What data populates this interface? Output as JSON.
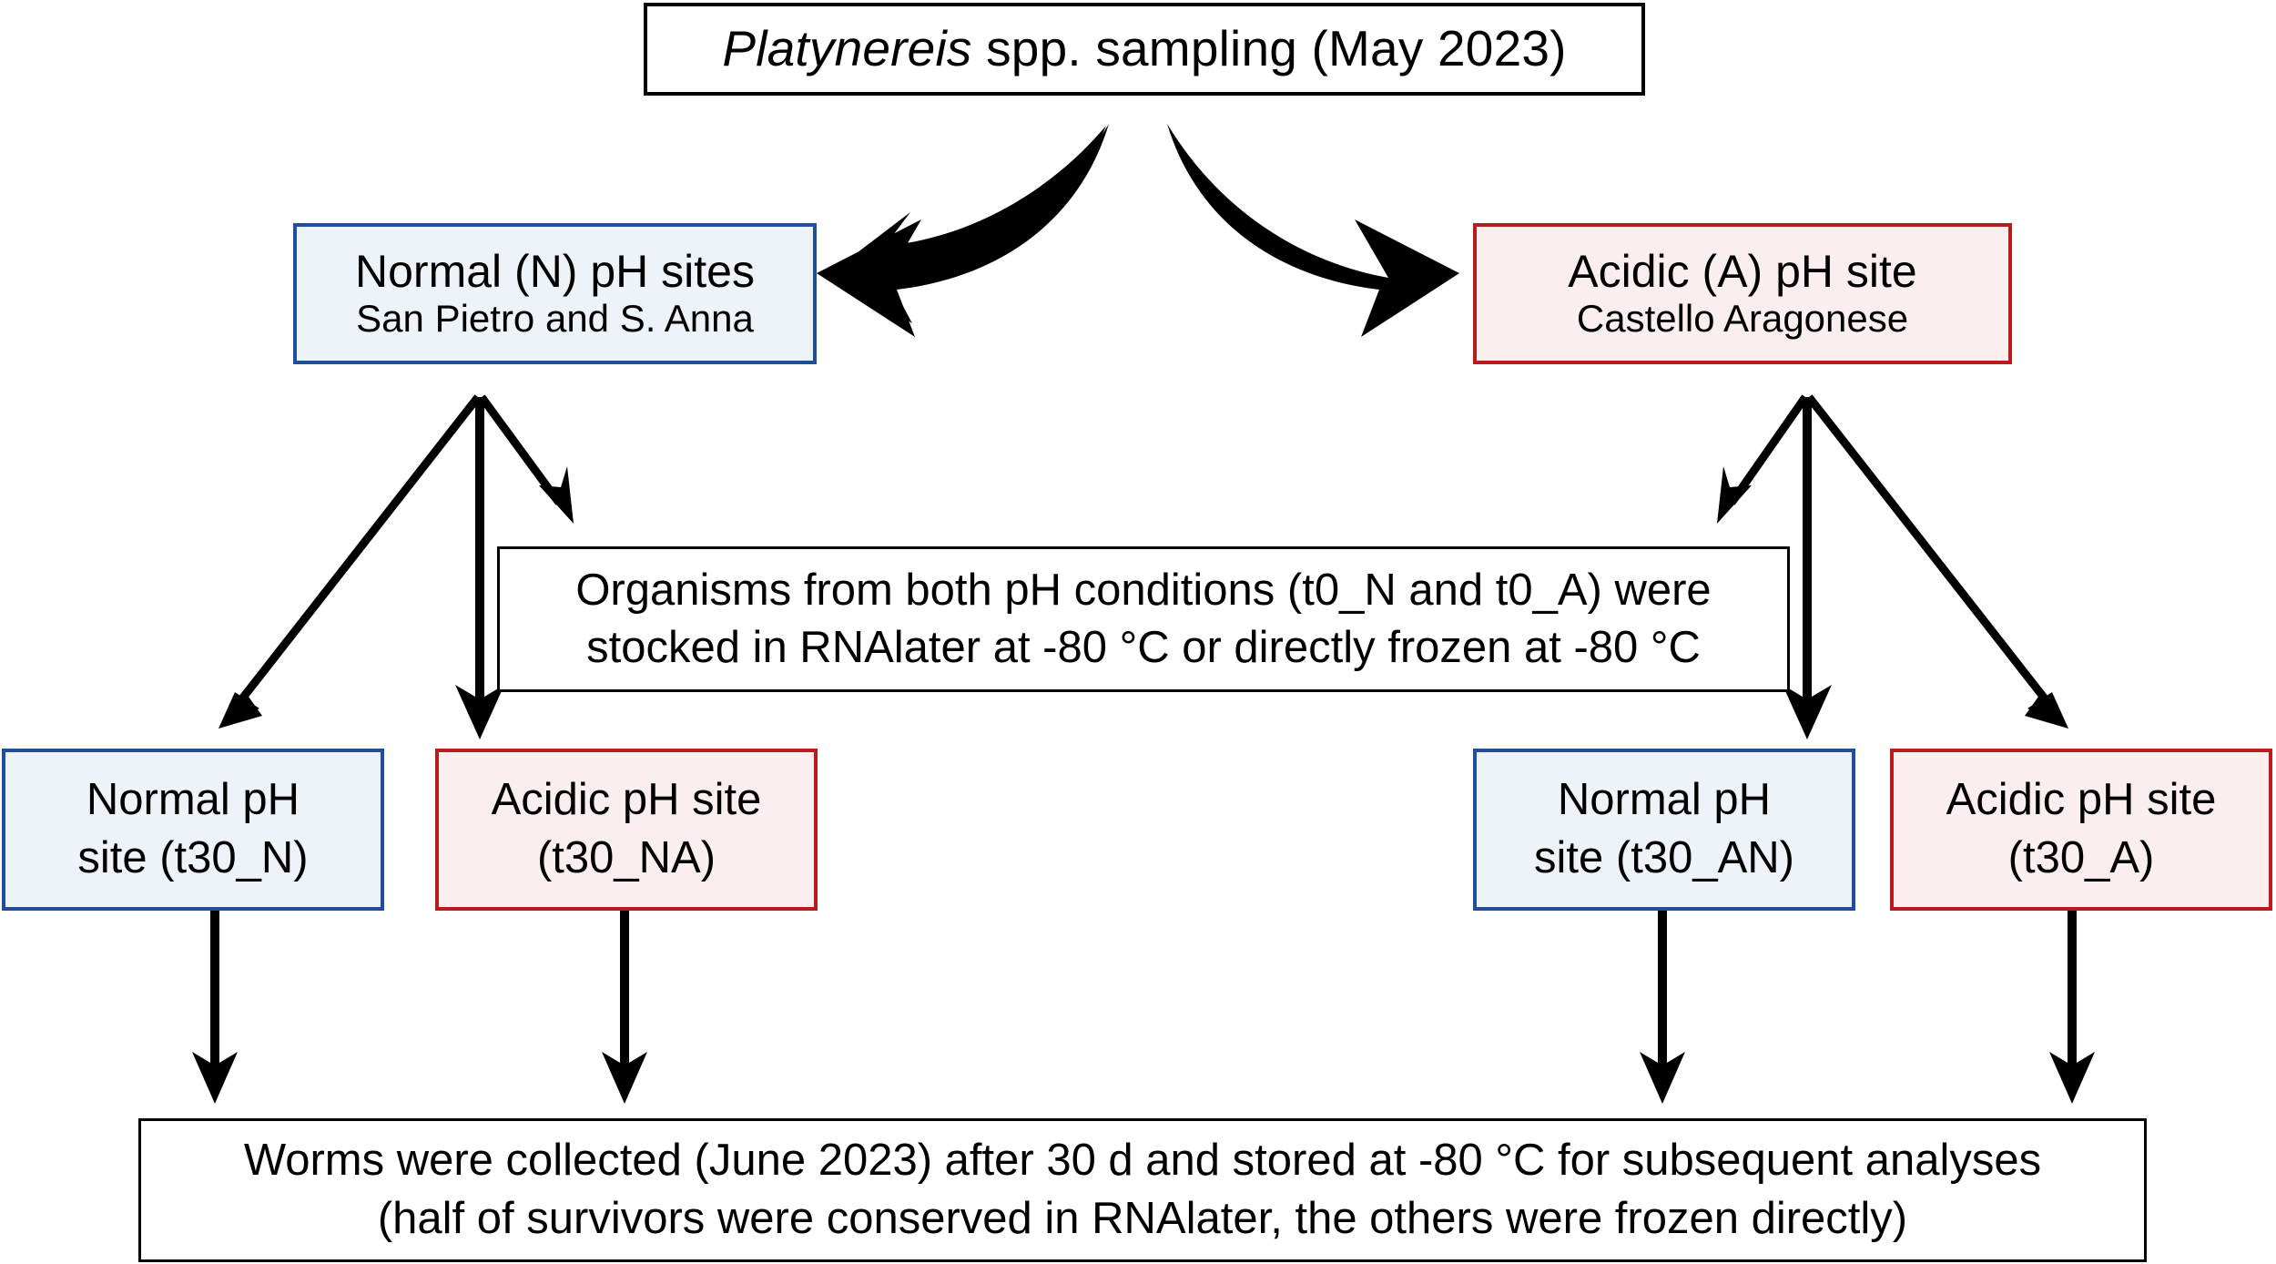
{
  "diagram": {
    "type": "flowchart",
    "title_box": {
      "text_italic": "Platynereis",
      "text_rest": " spp. sampling (May 2023)"
    },
    "conditions": [
      {
        "title": "Normal (N) pH sites",
        "subtitle": "San Pietro and S. Anna",
        "style": "normal"
      },
      {
        "title": "Acidic (A) pH site",
        "subtitle": "Castello Aragonese",
        "style": "acidic"
      }
    ],
    "storage_box": {
      "line1": "Organisms from both pH conditions (t0_N and t0_A) were",
      "line2": "stocked in RNAlater at -80 °C or directly frozen at -80 °C"
    },
    "treatments": [
      {
        "line1": "Normal pH",
        "line2": "site (t30_N)",
        "style": "normal"
      },
      {
        "line1": "Acidic pH site",
        "line2": "(t30_NA)",
        "style": "acidic"
      },
      {
        "line1": "Normal pH",
        "line2": "site (t30_AN)",
        "style": "normal"
      },
      {
        "line1": "Acidic pH site",
        "line2": "(t30_A)",
        "style": "acidic"
      }
    ],
    "outcome_box": {
      "line1": "Worms were collected (June 2023) after 30 d and stored at -80 °C for subsequent analyses",
      "line2": "(half of survivors were conserved in RNAlater, the others were frozen directly)"
    },
    "colors": {
      "normal_border": "#1F4E9C",
      "normal_fill": "#EEF2F9",
      "acidic_border": "#B81C1C",
      "acidic_fill": "#FBEEEE",
      "plain_border": "#000000",
      "arrow": "#000000",
      "background": "#FFFFFF"
    }
  }
}
